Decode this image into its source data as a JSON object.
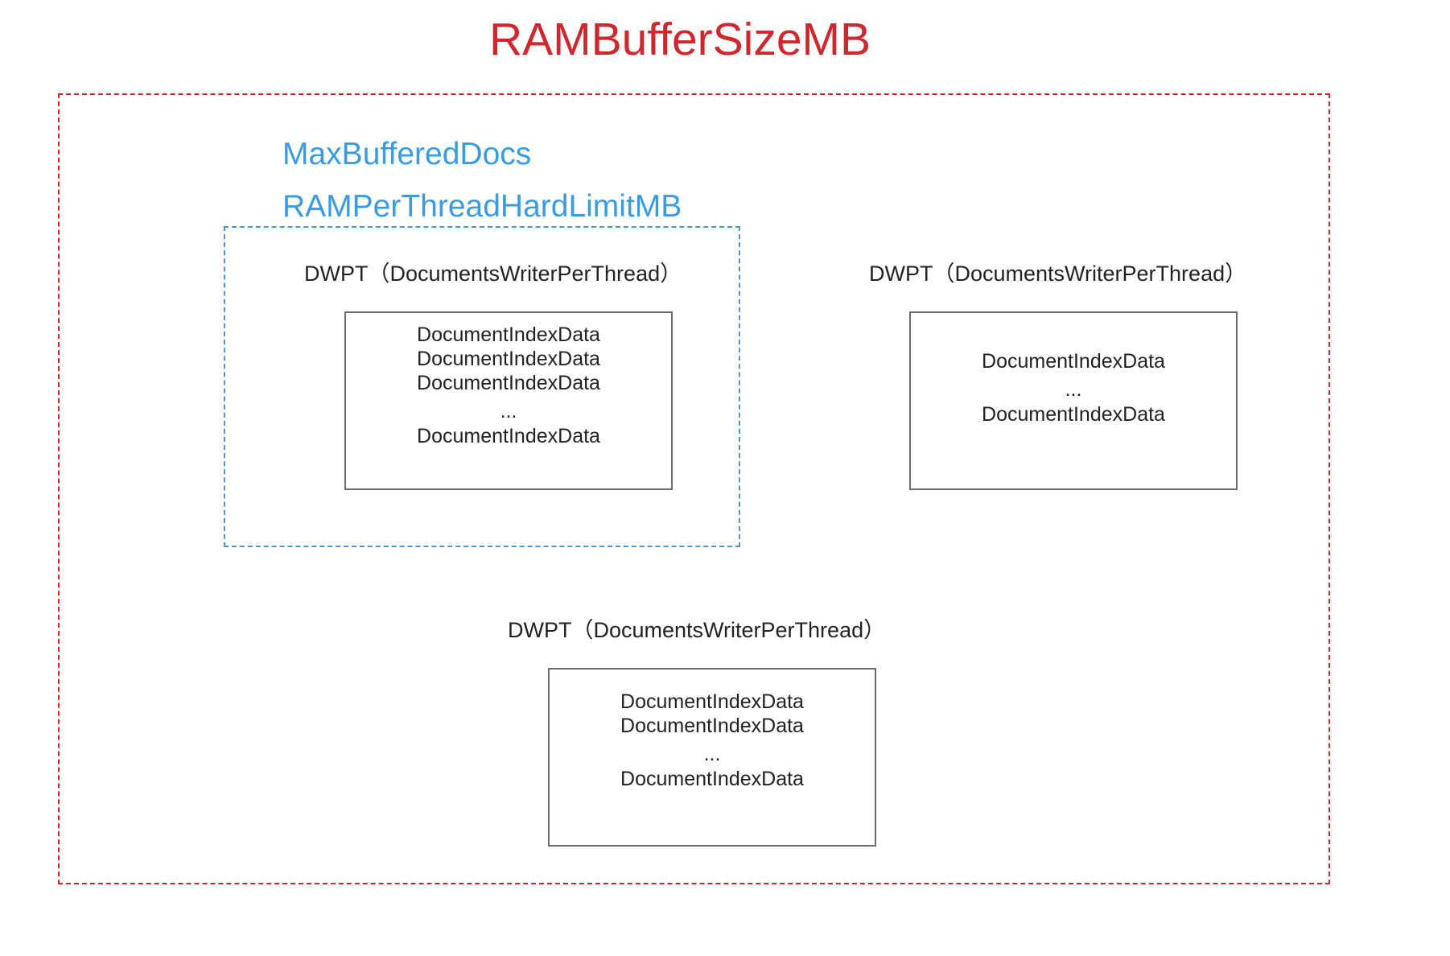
{
  "title": "RAMBufferSizeMB",
  "labels": {
    "max_buffered_docs": "MaxBufferedDocs",
    "ram_per_thread": "RAMPerThreadHardLimitMB"
  },
  "colors": {
    "ram_buffer": "#d0262d",
    "per_thread": "#3a9be0",
    "box_border": "#6b6b6b",
    "text": "#222222"
  },
  "dwpt": [
    {
      "label": "DWPT（DocumentsWriterPerThread）",
      "lines": [
        "DocumentIndexData",
        "DocumentIndexData",
        "DocumentIndexData",
        "...",
        "DocumentIndexData"
      ]
    },
    {
      "label": "DWPT（DocumentsWriterPerThread）",
      "lines": [
        "DocumentIndexData",
        "...",
        "DocumentIndexData"
      ]
    },
    {
      "label": "DWPT（DocumentsWriterPerThread）",
      "lines": [
        "DocumentIndexData",
        "DocumentIndexData",
        "...",
        "DocumentIndexData"
      ]
    }
  ]
}
